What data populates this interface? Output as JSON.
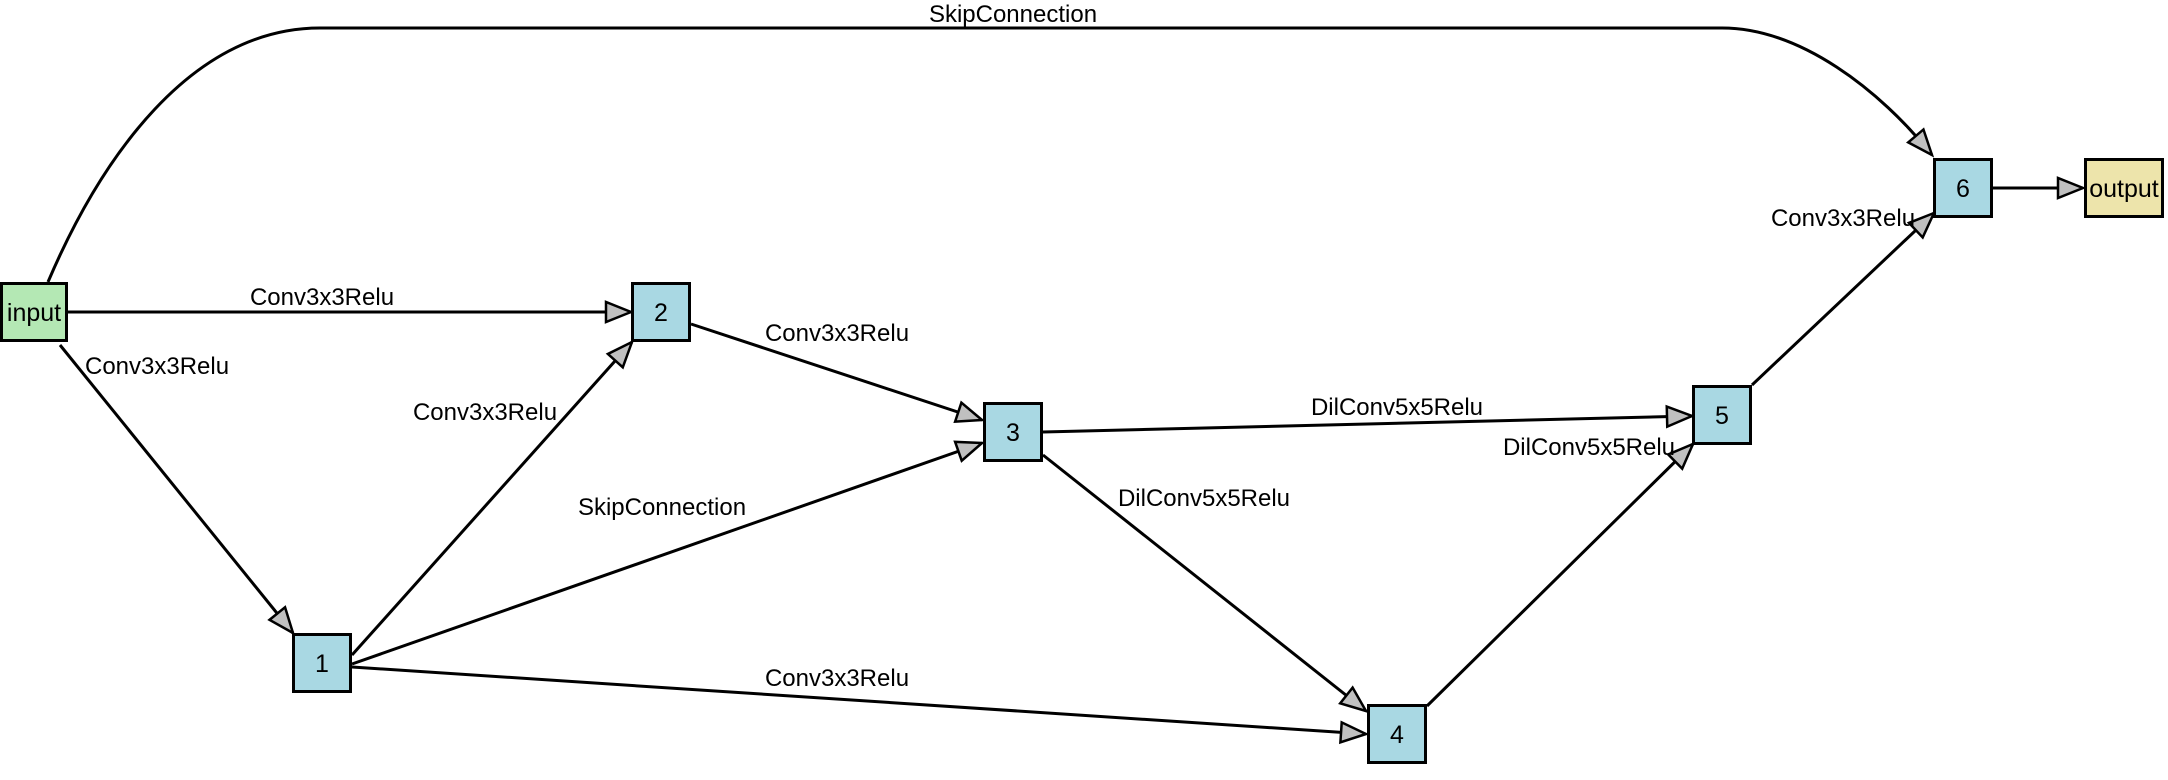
{
  "nodes": [
    {
      "id": "input",
      "label": "input",
      "fill": "#b4e8b4"
    },
    {
      "id": "1",
      "label": "1",
      "fill": "#a9d8e3"
    },
    {
      "id": "2",
      "label": "2",
      "fill": "#a9d8e3"
    },
    {
      "id": "3",
      "label": "3",
      "fill": "#a9d8e3"
    },
    {
      "id": "4",
      "label": "4",
      "fill": "#a9d8e3"
    },
    {
      "id": "5",
      "label": "5",
      "fill": "#a9d8e3"
    },
    {
      "id": "6",
      "label": "6",
      "fill": "#a9d8e3"
    },
    {
      "id": "output",
      "label": "output",
      "fill": "#ede4ab"
    }
  ],
  "edges": [
    {
      "from": "input",
      "to": "6",
      "label": "SkipConnection"
    },
    {
      "from": "input",
      "to": "2",
      "label": "Conv3x3Relu"
    },
    {
      "from": "input",
      "to": "1",
      "label": "Conv3x3Relu"
    },
    {
      "from": "1",
      "to": "2",
      "label": "Conv3x3Relu"
    },
    {
      "from": "1",
      "to": "3",
      "label": "SkipConnection"
    },
    {
      "from": "1",
      "to": "4",
      "label": "Conv3x3Relu"
    },
    {
      "from": "2",
      "to": "3",
      "label": "Conv3x3Relu"
    },
    {
      "from": "3",
      "to": "5",
      "label": "DilConv5x5Relu"
    },
    {
      "from": "3",
      "to": "4",
      "label": "DilConv5x5Relu"
    },
    {
      "from": "4",
      "to": "5",
      "label": "DilConv5x5Relu"
    },
    {
      "from": "5",
      "to": "6",
      "label": "Conv3x3Relu"
    },
    {
      "from": "6",
      "to": "output",
      "label": ""
    }
  ]
}
